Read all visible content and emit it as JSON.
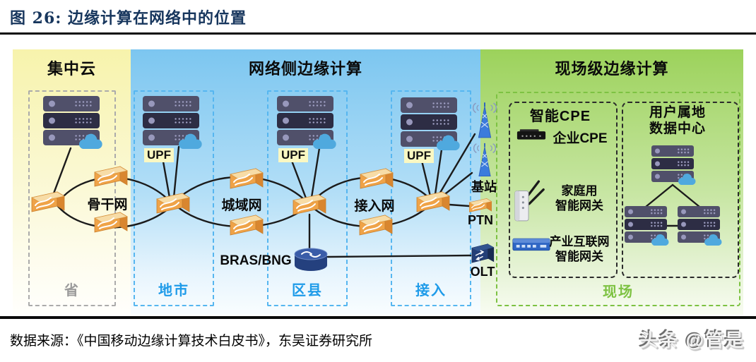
{
  "figure": {
    "title": "图 26:  边缘计算在网络中的位置"
  },
  "zones": {
    "central_cloud": {
      "title": "集中云",
      "region_label": "省"
    },
    "network_edge": {
      "title": "网络侧边缘计算",
      "region_labels": [
        "地市",
        "区县",
        "接入"
      ]
    },
    "field_edge": {
      "title": "现场级边缘计算",
      "region_label": "现场"
    }
  },
  "network": {
    "upf": "UPF",
    "backbone": "骨干网",
    "metro": "城域网",
    "access": "接入网",
    "bras": "BRAS/BNG",
    "base_station": "基站",
    "ptn": "PTN",
    "olt": "OLT"
  },
  "field": {
    "cpe_box_title": "智能CPE",
    "enterprise_cpe": "企业CPE",
    "home_gw_line1": "家庭用",
    "home_gw_line2": "智能网关",
    "ind_gw_line1": "产业互联网",
    "ind_gw_line2": "智能网关",
    "dc_line1": "用户属地",
    "dc_line2": "数据中心"
  },
  "footer": {
    "source": "数据来源：《中国移动边缘计算技术白皮书》，东吴证券研究所",
    "watermark": "头条 @管是"
  },
  "icons": {
    "router-icon": "orange isometric box with white arrows",
    "server-stack-icon": "three dark rack units",
    "cloud-icon": "blue cloud",
    "base-station-icon": "blue lattice tower with radio waves",
    "bras-router-icon": "dark blue cylinder router",
    "olt-device-icon": "dark navy box with arrows",
    "enterprise-cpe-icon": "black desktop CPE",
    "home-gateway-icon": "white router with antennas",
    "industrial-gateway-icon": "blue industrial gateway"
  },
  "colors": {
    "title": "#17365D",
    "zone_yellow": "#F7F3AC",
    "zone_blue": "#7CC6F0",
    "zone_green": "#9CD25B",
    "dashed_blue": "#56B6F0",
    "dashed_gray": "#ABABAB",
    "dashed_green": "#7DC242",
    "region_blue": "#1E9BE9",
    "region_green": "#7DC242",
    "router_orange": "#EFA348",
    "cloud_blue": "#4FA9DE",
    "line": "#1B1B1B"
  }
}
